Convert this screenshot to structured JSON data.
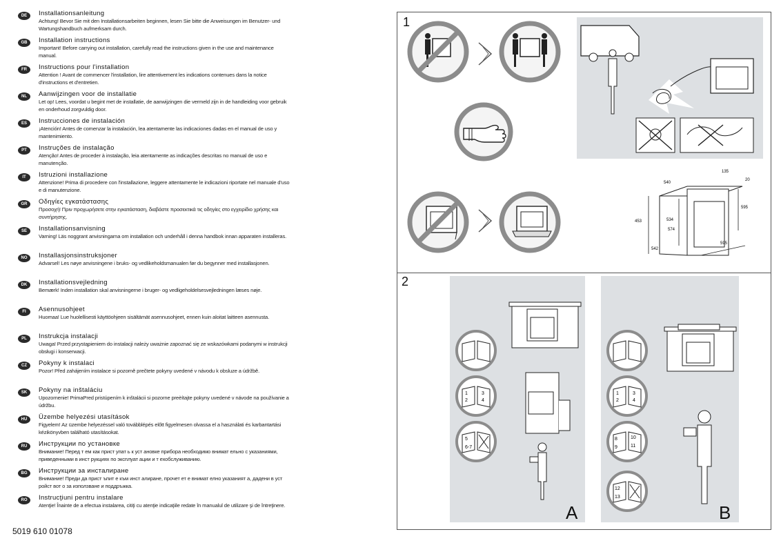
{
  "languages": [
    {
      "code": "DE",
      "title": "Installationsanleitung",
      "text": "Achtung! Bevor Sie mit den Installationsarbeiten beginnen, lesen Sie bitte die Anweisungen im Benutzer- und Wartungshandbuch aufmerksam durch."
    },
    {
      "code": "GB",
      "title": "Installation instructions",
      "text": "Important! Before carrying out installation, carefully read the instructions given in the use and maintenance manual."
    },
    {
      "code": "FR",
      "title": "Instructions pour l'installation",
      "text": "Attention ! Avant de commencer l'installation, lire attentivement les indications contenues dans la notice d'instructions et d'entretien."
    },
    {
      "code": "NL",
      "title": "Aanwijzingen voor de installatie",
      "text": "Let op! Lees, voordat u begint met de installatie, de aanwijzingen die vermeld zijn in de handleiding voor gebruik en onderhoud zorgvuldig door."
    },
    {
      "code": "ES",
      "title": "Instrucciones de instalación",
      "text": "¡Atención! Antes de comenzar la instalación, lea atentamente las indicaciones dadas en el manual de uso y mantenimiento."
    },
    {
      "code": "PT",
      "title": "Instruções de instalação",
      "text": "Atenção! Antes de proceder à instalação, leia atentamente as indicações descritas no manual de uso e manutenção."
    },
    {
      "code": "IT",
      "title": "Istruzioni installazione",
      "text": "Attenzione! Prima di procedere con l'installazione, leggere attentamente le indicazioni riportate nel manuale d'uso e di manutenzione."
    },
    {
      "code": "GR",
      "title": "Οδηγίες εγκατάστασης",
      "text": "Προσοχή! Πριν προχωρήσετε στην εγκατάσταση, διαβάστε προσεκτικά τις οδηγίες στο εγχειρίδιο χρήσης και συντήρησης."
    },
    {
      "code": "SE",
      "title": "Installationsanvisning",
      "text": "Varning! Läs noggrant anvisningarna om installation och underhåll i denna handbok innan apparaten installeras."
    },
    {
      "code": "NO",
      "title": "Installasjonsinstruksjoner",
      "text": "Advarsel! Les nøye anvisningene i bruks- og vedlikeholdsmanualen før du begynner med installasjonen."
    },
    {
      "code": "DK",
      "title": "Installationsvejledning",
      "text": "Bemærk! Inden installation skal anvisningerne i bruger- og vedligeholdelsesvejledningen læses nøje."
    },
    {
      "code": "FI",
      "title": "Asennusohjeet",
      "text": "Huomaa! Lue huolellisesti käyttöohjeen sisältämät asennusohjeet, ennen kuin aloitat laitteen asennusta."
    },
    {
      "code": "PL",
      "title": "Instrukcja instalacji",
      "text": "Uwaga! Przed przystąpieniem do instalacji należy uważnie zapoznać się ze wskazówkami podanymi w instrukcji obsługi i konserwacji."
    },
    {
      "code": "CZ",
      "title": "Pokyny k instalaci",
      "text": "Pozor! Před zahájením instalace si pozorně prečtete pokyny uvedené v návodu k obsluze a údržbě."
    },
    {
      "code": "SK",
      "title": "Pokyny na inštaláciu",
      "text": "Upozornenie! PrimaPred pristúpením k inštalácii si pozorne preèítajte pokyny uvedené v návode na používanie a údržbu."
    },
    {
      "code": "HU",
      "title": "Üzembe helyezési utasítások",
      "text": "Figyelem! Az üzembe helyezéssel való továbblépés előtt figyelmesen olvassa el a használati és karbantartási kézikönyvben található utasításokat."
    },
    {
      "code": "RU",
      "title": "Инструкции по установке",
      "text": "Внимание! Перед т ем как прист упат ь к уст ановке прибора необходимо внимат ельно с указаниями, приведенными в инст рукциях по эксплуат ации и т ехобслуживанию."
    },
    {
      "code": "BG",
      "title": "Инструкции за инсталиране",
      "text": "Внимание! Преди да прист ъпит е към инст алиране, прочет ет е внимат елно указаният а, дадени в уст ройст вот о за използване и поддръжка."
    },
    {
      "code": "RO",
      "title": "Instrucţiuni pentru instalare",
      "text": "Atenţie! Înainte de a efectua instalarea, citiţi cu atenţie indicaţiile redate în manualul de utilizare şi de întreţinere."
    }
  ],
  "doc_number": "5019 610 01078",
  "section1": {
    "number": "1"
  },
  "section2": {
    "number": "2"
  },
  "dimensions": {
    "d135": "135",
    "d20": "20",
    "d540": "540",
    "d595a": "595",
    "d453": "453",
    "d534": "534",
    "d574": "574",
    "d542": "542",
    "d595b": "595"
  },
  "panelA": {
    "letter": "A",
    "books": [
      [
        "1",
        "2",
        "3",
        "4"
      ],
      [
        "5",
        "6-7"
      ]
    ]
  },
  "panelB": {
    "letter": "B",
    "books": [
      [
        "1",
        "2",
        "3",
        "4"
      ],
      [
        "8",
        "9",
        "10",
        "11"
      ],
      [
        "12",
        "13"
      ]
    ]
  },
  "colors": {
    "panel_bg": "#dde0e3",
    "prohibit": "#8c8c8c",
    "badge": "#2a2a2a"
  }
}
